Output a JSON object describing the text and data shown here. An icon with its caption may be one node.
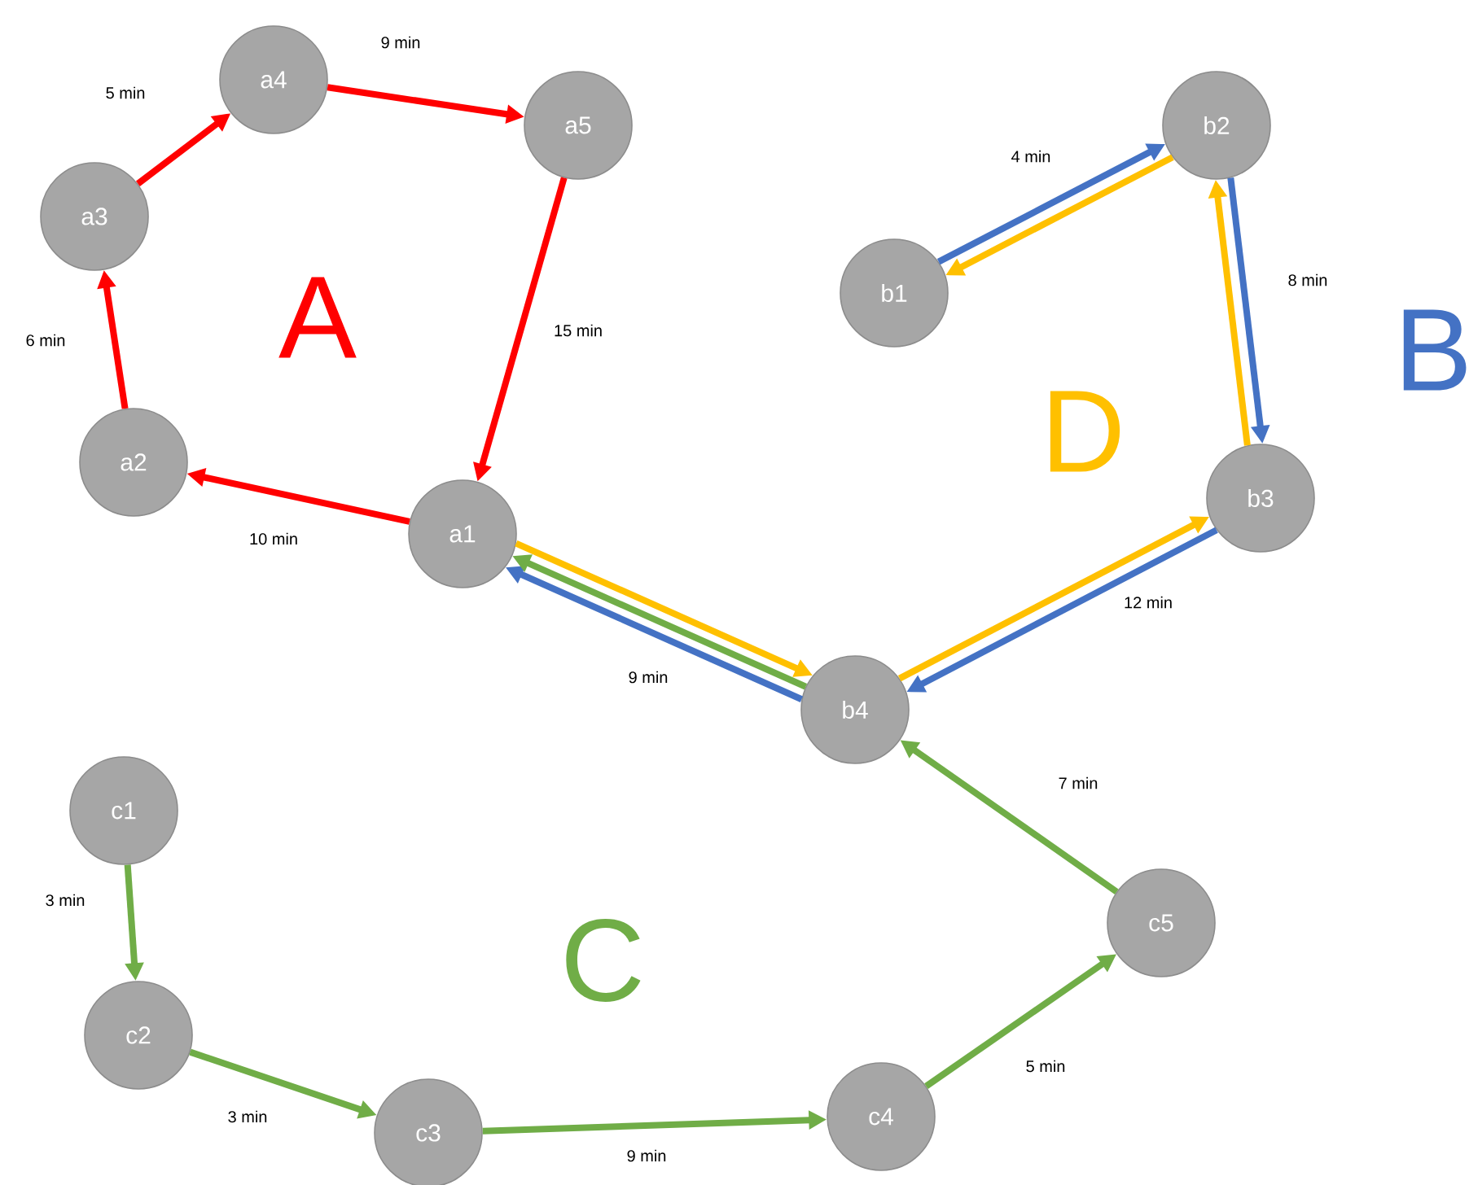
{
  "diagram": {
    "nodes": [
      {
        "text": [
          "a1"
        ]
      },
      {
        "text": [
          "a2"
        ]
      },
      {
        "text": [
          "a3"
        ]
      },
      {
        "text": [
          "a4"
        ]
      },
      {
        "text": [
          "a5"
        ]
      },
      {
        "text": [
          "b1"
        ]
      },
      {
        "text": [
          "b2"
        ]
      },
      {
        "text": [
          "b3"
        ]
      },
      {
        "text": [
          "b4"
        ]
      },
      {
        "text": [
          "c1"
        ]
      },
      {
        "text": [
          "c2"
        ]
      },
      {
        "text": [
          "c3"
        ]
      },
      {
        "text": [
          "c4"
        ]
      },
      {
        "text": [
          "c5"
        ]
      }
    ],
    "edges": [
      {
        "from": 4,
        "to": 0,
        "arrow": "to",
        "label": "15 min",
        "color": "#ff0000"
      },
      {
        "from": 0,
        "to": 1,
        "arrow": "to",
        "label": "10 min",
        "color": "#ff0000"
      },
      {
        "from": 1,
        "to": 2,
        "arrow": "to",
        "label": "6 min",
        "color": "#ff0000"
      },
      {
        "from": 2,
        "to": 3,
        "arrow": "to",
        "label": "5 min",
        "color": "#ff0000"
      },
      {
        "from": 3,
        "to": 4,
        "arrow": "to",
        "label": "9 min",
        "color": "#ff0000"
      },
      {
        "from": 5,
        "to": 6,
        "arrow": "to",
        "label": "4 min",
        "color": "#4472c4"
      },
      {
        "from": 6,
        "to": 7,
        "arrow": "to",
        "label": "8 min",
        "color": "#4472c4"
      },
      {
        "from": 7,
        "to": 8,
        "arrow": "to",
        "label": "12 min",
        "color": "#4472c4"
      },
      {
        "from": 8,
        "to": 0,
        "arrow": "to",
        "label": "9 min",
        "color": "#4472c4"
      },
      {
        "from": 0,
        "to": 8,
        "arrow": "to",
        "color": "#ffc000"
      },
      {
        "from": 8,
        "to": 7,
        "arrow": "to",
        "color": "#ffc000"
      },
      {
        "from": 7,
        "to": 6,
        "arrow": "to",
        "color": "#ffc000"
      },
      {
        "from": 6,
        "to": 5,
        "arrow": "to",
        "color": "#ffc000"
      },
      {
        "from": 9,
        "to": 10,
        "arrow": "to",
        "label": "3 min",
        "color": "#70ad47"
      },
      {
        "from": 10,
        "to": 11,
        "arrow": "to",
        "label": "3 min",
        "color": "#70ad47"
      },
      {
        "from": 11,
        "to": 12,
        "arrow": "to",
        "label": "9 min",
        "color": "#70ad47"
      },
      {
        "from": 12,
        "to": 13,
        "arrow": "to",
        "label": "5 min",
        "color": "#70ad47"
      },
      {
        "from": 13,
        "to": 8,
        "arrow": "to",
        "label": "7 min",
        "color": "#70ad47"
      },
      {
        "from": 8,
        "to": 0,
        "arrow": "to",
        "color": "#70ad47"
      }
    ],
    "labels": [
      "A",
      "B",
      "C",
      "D"
    ]
  }
}
